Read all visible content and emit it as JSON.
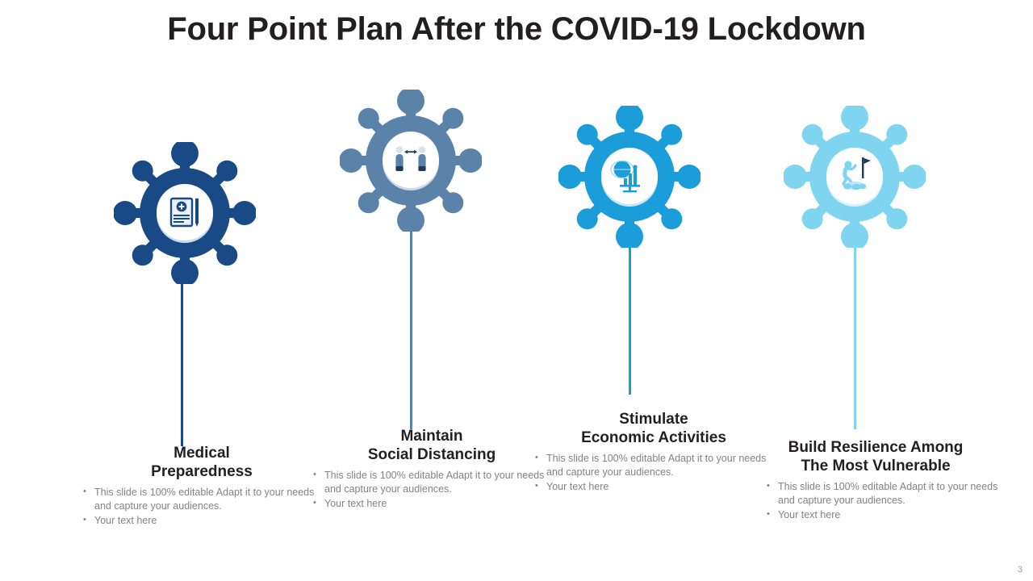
{
  "slide": {
    "title": "Four Point Plan After the COVID-19 Lockdown",
    "page_number": "3",
    "background": "#ffffff",
    "title_color": "#231f20",
    "body_text_color": "#808285"
  },
  "items": [
    {
      "id": "medical-preparedness",
      "heading_line1": "Medical",
      "heading_line2": "Preparedness",
      "icon": "medical-report-icon",
      "color": "#1a4a85",
      "color_dark": "#153d73",
      "bullets": [
        "This slide is 100% editable Adapt it to your needs and capture your audiences.",
        "Your text here"
      ]
    },
    {
      "id": "maintain-social-distancing",
      "heading_line1": "Maintain",
      "heading_line2": "Social Distancing",
      "icon": "social-distancing-icon",
      "color": "#5b82a8",
      "color_dark": "#4d7296",
      "bullets": [
        "This slide is 100% editable Adapt it to your needs and capture your audiences.",
        "Your text here"
      ]
    },
    {
      "id": "stimulate-economic-activities",
      "heading_line1": "Stimulate",
      "heading_line2": "Economic Activities",
      "icon": "globe-bar-chart-icon",
      "color": "#1b9dd9",
      "color_dark": "#1589c0",
      "bullets": [
        "This slide is 100% editable Adapt it to your needs and capture your audiences.",
        "Your text here"
      ]
    },
    {
      "id": "build-resilience-among-the-most-vulnerable",
      "heading_line1": "Build Resilience Among",
      "heading_line2": "The Most Vulnerable",
      "icon": "person-flag-rocks-icon",
      "color": "#7fd4f0",
      "color_dark": "#6ec9ea",
      "bullets": [
        "This slide is 100% editable Adapt it to your needs and capture your audiences.",
        "Your text here"
      ]
    }
  ]
}
